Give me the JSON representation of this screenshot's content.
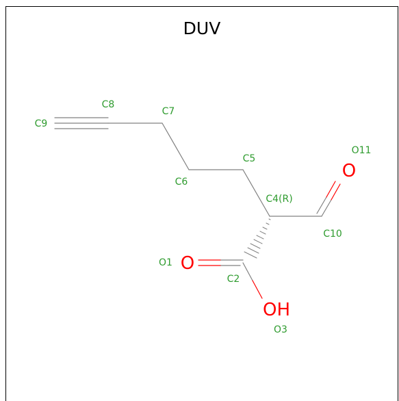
{
  "title": "DUV",
  "colors": {
    "bond": "#808080",
    "label": "#2e9b2e",
    "oxygen": "#ff0000",
    "frame": "#000000"
  },
  "atom_labels": {
    "c2": "C2",
    "c4": "C4(R)",
    "c5": "C5",
    "c6": "C6",
    "c7": "C7",
    "c8": "C8",
    "c9": "C9",
    "c10": "C10",
    "o1": "O1",
    "o3": "O3",
    "o11": "O11"
  },
  "element_symbols": {
    "o1": "O",
    "o3": "OH",
    "o11": "O"
  }
}
